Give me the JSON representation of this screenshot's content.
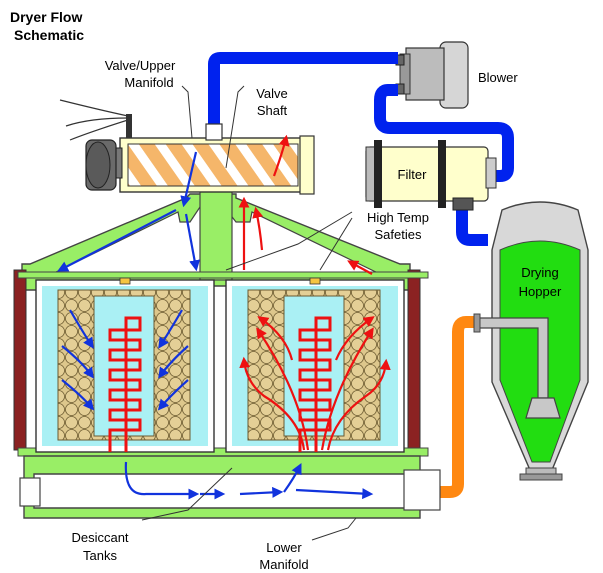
{
  "title_lines": [
    "Dryer Flow",
    "Schematic"
  ],
  "labels": {
    "valve_upper_manifold": [
      "Valve/Upper",
      "Manifold"
    ],
    "valve_shaft": [
      "Valve",
      "Shaft"
    ],
    "blower": "Blower",
    "filter": "Filter",
    "high_temp_safeties": [
      "High Temp",
      "Safeties"
    ],
    "drying_hopper": [
      "Drying",
      "Hopper"
    ],
    "desiccant_tanks": [
      "Desiccant",
      "Tanks"
    ],
    "lower_manifold": [
      "Lower",
      "Manifold"
    ]
  },
  "colors": {
    "manifold": "#99ee66",
    "blue_duct": "#0022ee",
    "orange_duct": "#ff8811",
    "filter_body": "#ffffcc",
    "valve_body": "#f5b66a",
    "tank_liquid": "#aaf0f4",
    "desiccant": "#ddc78c",
    "heater": "#ee1111",
    "hopper_fill": "#22dd11",
    "hopper_wall": "#d8d8d8",
    "arrow_blue": "#1133dd",
    "arrow_red": "#ee1111"
  }
}
